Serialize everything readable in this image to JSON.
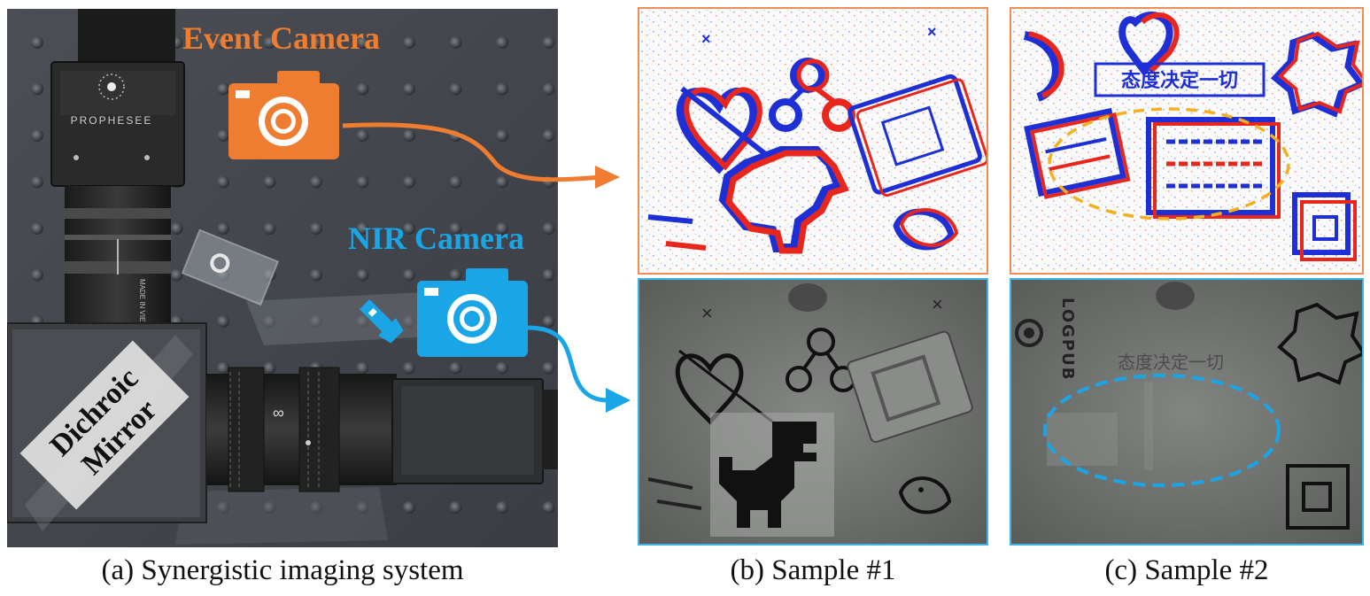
{
  "panel_a": {
    "event_camera_label": "Event Camera",
    "nir_camera_label": "NIR Camera",
    "prophesee_text": "PROPHESEE",
    "made_in_text": "MADE IN VIETNAM",
    "dichroic_line1": "Dichroic",
    "dichroic_line2": "Mirror",
    "caption": "(a) Synergistic imaging system"
  },
  "panel_b": {
    "caption": "(b) Sample #1"
  },
  "panel_c": {
    "caption": "(c) Sample #2",
    "chinese_text": "态度决定一切",
    "logo_text": "LOGPUB"
  },
  "colors": {
    "event_orange": "#ee7d31",
    "nir_blue": "#1aa6e6",
    "event_red": "#e8261c",
    "event_blue": "#1e2fd6",
    "dashed_yellow": "#f4b020",
    "panel_border_orange": "#ee8e55",
    "panel_border_blue": "#3bb4e6"
  }
}
